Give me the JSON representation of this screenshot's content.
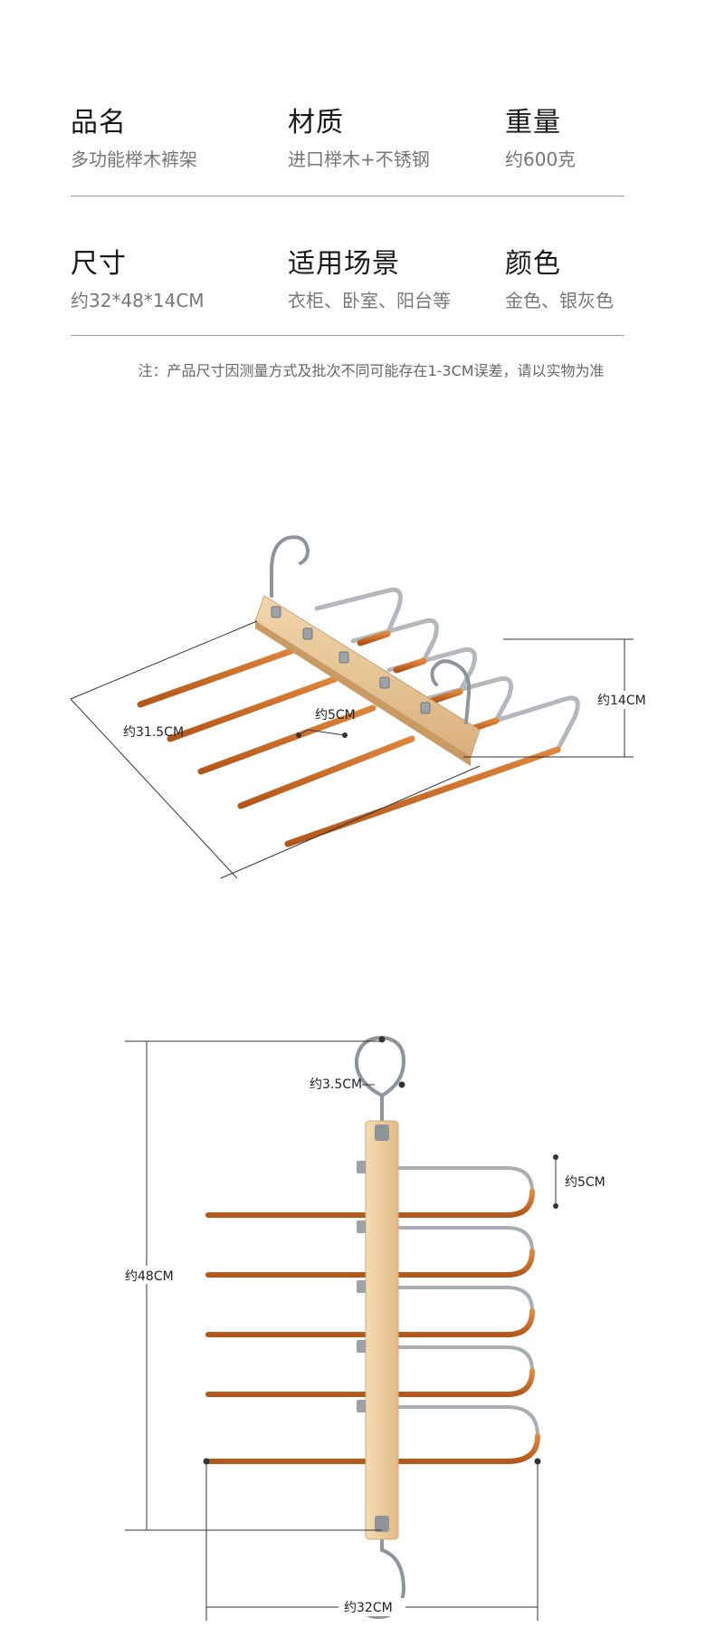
{
  "specs": {
    "row1": [
      {
        "label": "品名",
        "value": "多功能榉木裤架"
      },
      {
        "label": "材质",
        "value": "进口榉木+不锈钢"
      },
      {
        "label": "重量",
        "value": "约600克"
      }
    ],
    "row2": [
      {
        "label": "尺寸",
        "value": "约32*48*14CM"
      },
      {
        "label": "适用场景",
        "value": "衣柜、卧室、阳台等"
      },
      {
        "label": "颜色",
        "value": "金色、银灰色"
      }
    ]
  },
  "note": "注：产品尺寸因测量方式及批次不同可能存在1-3CM误差，请以实物为准",
  "diagram1": {
    "width_label": "约31.5CM",
    "spacing_label": "约5CM",
    "depth_label": "约14CM"
  },
  "diagram2": {
    "hook_label": "约3.5CM",
    "spacing_label": "约5CM",
    "height_label": "约48CM",
    "width_label": "约32CM"
  },
  "colors": {
    "wood": "#e8c79a",
    "rod_orange": "#c8661c",
    "steel": "#a9aeb3",
    "dim_line": "#333333"
  }
}
